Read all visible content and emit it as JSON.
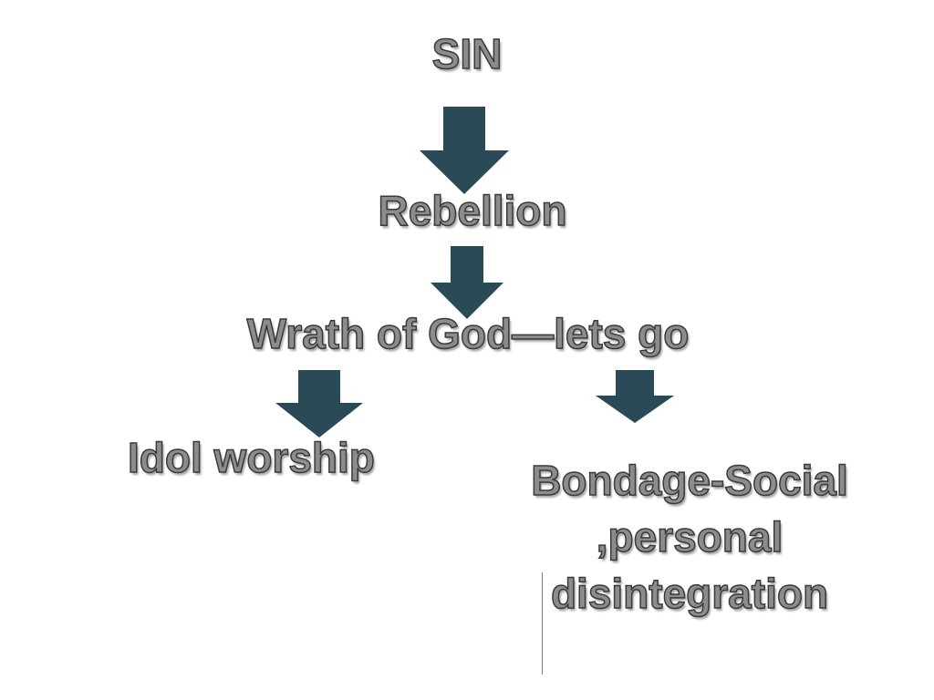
{
  "diagram": {
    "nodes": {
      "sin": "SIN",
      "rebellion": "Rebellion",
      "wrath": "Wrath of God—lets go",
      "idol": "Idol worship",
      "bondage_line1": "Bondage-Social",
      "bondage_line2": ",personal",
      "bondage_line3": "disintegration"
    },
    "edges": [
      {
        "from": "sin",
        "to": "rebellion"
      },
      {
        "from": "rebellion",
        "to": "wrath"
      },
      {
        "from": "wrath",
        "to": "idol"
      },
      {
        "from": "wrath",
        "to": "bondage"
      }
    ],
    "colors": {
      "arrow": "#2b4a57",
      "text_fill": "#8c8c8c",
      "text_outline": "#3a3a3a"
    }
  }
}
